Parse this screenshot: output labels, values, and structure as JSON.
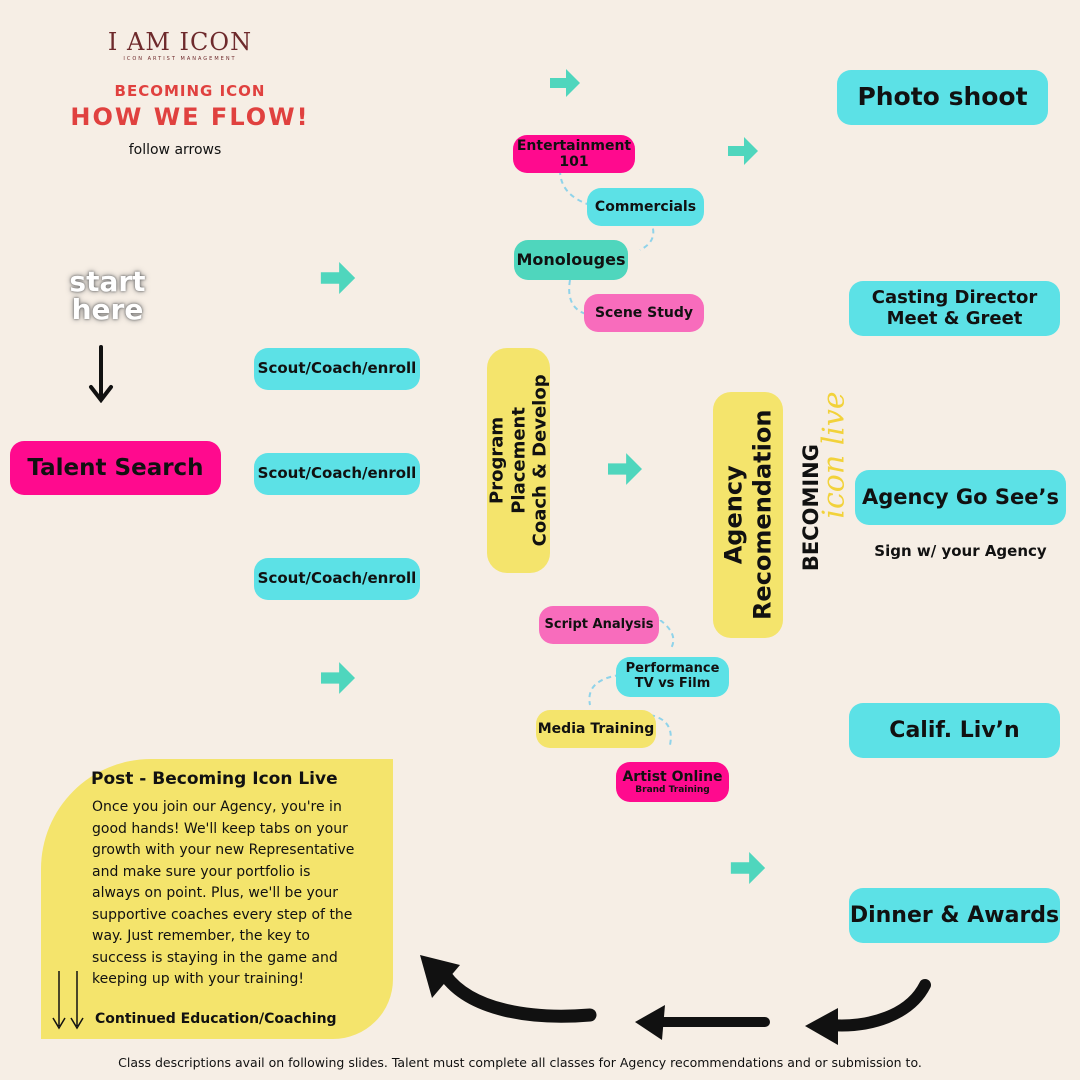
{
  "header": {
    "logo": "I AM ICON",
    "logo_sub": "ICON ARTIST MANAGEMENT",
    "kicker": "BECOMING ICON",
    "title": "HOW WE FLOW!",
    "hint": "follow arrows"
  },
  "start": {
    "label_1": "start",
    "label_2": "here"
  },
  "talent_search": "Talent Search",
  "scout": [
    "Scout/Coach/enroll",
    "Scout/Coach/enroll",
    "Scout/Coach/enroll"
  ],
  "classes_top": [
    "Entertainment 101",
    "Commercials",
    "Monolouges",
    "Scene Study"
  ],
  "program": {
    "line1": "Program",
    "line2": "Placement",
    "line3": "Coach & Develop"
  },
  "classes_bottom": [
    {
      "line1": "Script Analysis"
    },
    {
      "line1": "Performance",
      "line2": "TV vs Film"
    },
    {
      "line1": "Media Training"
    },
    {
      "line1": "Artist Online",
      "line2": "Brand Training"
    }
  ],
  "agency": {
    "line1": "Agency",
    "line2": "Recomendation"
  },
  "becoming": {
    "word": "BECOMING",
    "script": "icon live"
  },
  "right": {
    "photo": "Photo shoot",
    "casting_1": "Casting Director",
    "casting_2": "Meet & Greet",
    "gosee": "Agency Go See’s",
    "sign": "Sign w/ your Agency",
    "calif": "Calif.  Liv’n",
    "dinner": "Dinner & Awards"
  },
  "post": {
    "title": "Post - Becoming Icon Live",
    "body": "Once you join our Agency, you're in good hands! We'll keep tabs on your growth with your new Representative and make sure your portfolio is always on point. Plus, we'll be your supportive coaches every step of the way. Just remember, the key to success is staying in the game and keeping up with your training!",
    "footer": "Continued Education/Coaching"
  },
  "footnote": "Class descriptions avail on following slides. Talent must complete all classes for Agency recommendations and or submission to.",
  "colors": {
    "cyan": "#5ce1e6",
    "pink": "#ff0a8e",
    "yellow": "#f4e46c",
    "teal_arrow": "#4fd6bd",
    "title_red": "#e0413f"
  }
}
